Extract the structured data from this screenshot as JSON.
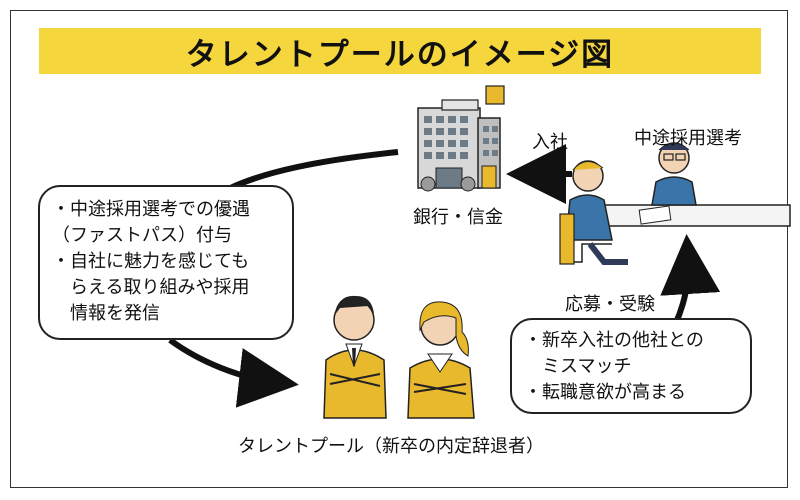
{
  "title": "タレントプールのイメージ図",
  "nodes": {
    "bank": "銀行・信金",
    "midcareer": "中途採用選考",
    "talent_pool": "タレントプール（新卒の内定辞退者）"
  },
  "edges": {
    "join": "入社",
    "apply": "応募・受験"
  },
  "left_note": {
    "lines": [
      "・中途採用選考での優遇",
      "（ファストパス）付与",
      "・自社に魅力を感じても",
      "らえる取り組みや採用",
      "情報を発信"
    ]
  },
  "right_note": {
    "lines": [
      "・新卒入社の他社との",
      "ミスマッチ",
      "・転職意欲が高まる"
    ]
  },
  "colors": {
    "banner": "#f5d63d",
    "accent_yellow": "#e8b92c",
    "suit_blue": "#3a74a8",
    "outline": "#222222"
  },
  "icons": {
    "building": "office-building-icon",
    "interview": "interview-scene-icon",
    "people": "business-people-icon"
  }
}
